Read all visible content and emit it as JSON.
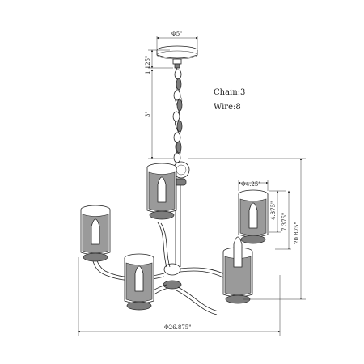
{
  "notes": {
    "chain": "Chain:3",
    "wire": "Wire:8"
  },
  "dimensions": {
    "canopy_diameter": "Φ5\"",
    "canopy_height": "1.125\"",
    "chain_length": "3'",
    "shade_diameter": "Φ4.25\"",
    "shade_height": "4.875\"",
    "arm_to_shade": "7.375\"",
    "body_height": "20.875\"",
    "overall_width": "Φ26.875\""
  }
}
